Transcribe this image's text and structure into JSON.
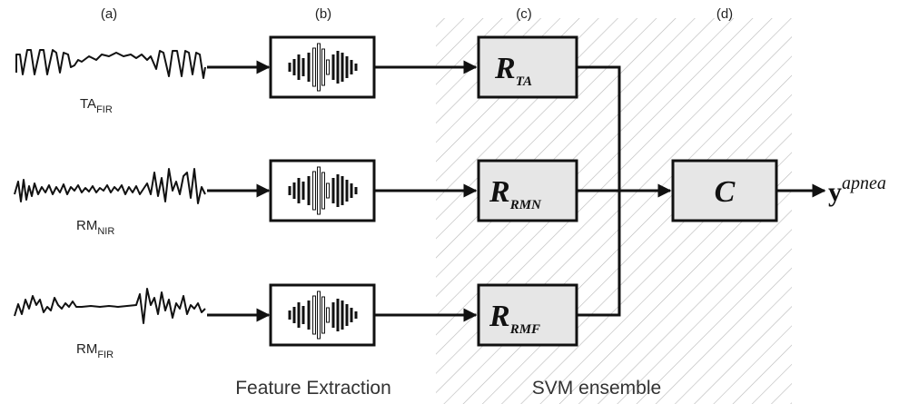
{
  "stages": {
    "a": "(a)",
    "b": "(b)",
    "c": "(c)",
    "d": "(d)"
  },
  "signals": [
    {
      "main": "TA",
      "sub": "FIR"
    },
    {
      "main": "RM",
      "sub": "NIR"
    },
    {
      "main": "RM",
      "sub": "FIR"
    }
  ],
  "regressors": [
    {
      "main": "R",
      "sub": "TA"
    },
    {
      "main": "R",
      "sub": "RMN"
    },
    {
      "main": "R",
      "sub": "RMF"
    }
  ],
  "combiner": {
    "label": "C"
  },
  "output": {
    "main": "y",
    "sup": "apnea"
  },
  "sections": {
    "feature_extraction": "Feature Extraction",
    "svm_ensemble": "SVM ensemble"
  },
  "icons": {
    "feature_extractor": "wavelet-bars-icon",
    "signal": "waveform-icon"
  }
}
